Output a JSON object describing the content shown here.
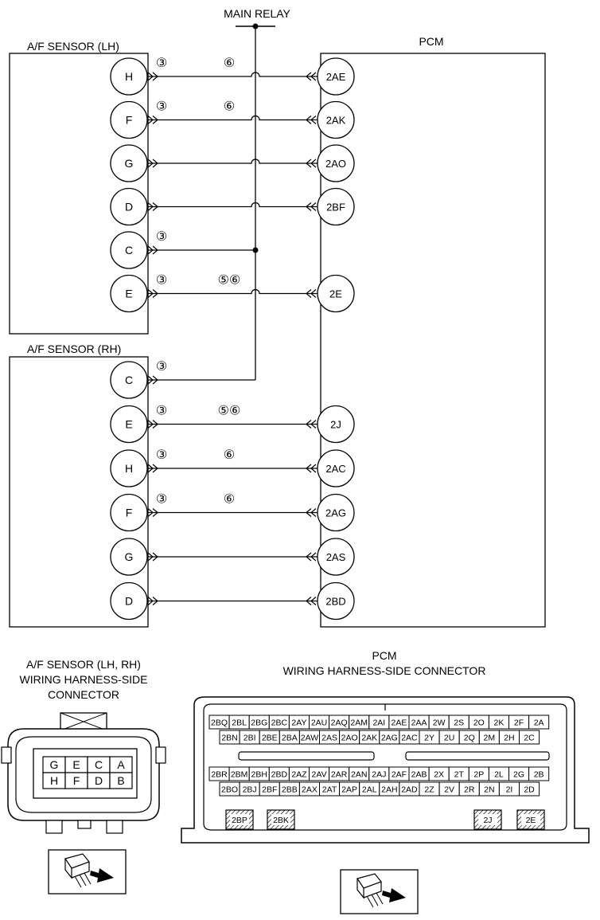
{
  "main_relay": {
    "label": "MAIN RELAY"
  },
  "pcm": {
    "label": "PCM"
  },
  "sensor_lh": {
    "label": "A/F SENSOR (LH)",
    "pins": [
      {
        "pin": "H",
        "pcm_terminal": "2AE",
        "notes": [
          "3",
          "6"
        ],
        "to_relay": false
      },
      {
        "pin": "F",
        "pcm_terminal": "2AK",
        "notes": [
          "3",
          "6"
        ],
        "to_relay": false
      },
      {
        "pin": "G",
        "pcm_terminal": "2AO",
        "notes": [],
        "to_relay": false
      },
      {
        "pin": "D",
        "pcm_terminal": "2BF",
        "notes": [],
        "to_relay": false
      },
      {
        "pin": "C",
        "pcm_terminal": "",
        "notes": [
          "3"
        ],
        "to_relay": true
      },
      {
        "pin": "E",
        "pcm_terminal": "2E",
        "notes": [
          "3",
          "5",
          "6"
        ],
        "to_relay": false
      }
    ]
  },
  "sensor_rh": {
    "label": "A/F SENSOR (RH)",
    "pins": [
      {
        "pin": "C",
        "pcm_terminal": "",
        "notes": [
          "3"
        ],
        "to_relay": true
      },
      {
        "pin": "E",
        "pcm_terminal": "2J",
        "notes": [
          "3",
          "5",
          "6"
        ],
        "to_relay": false
      },
      {
        "pin": "H",
        "pcm_terminal": "2AC",
        "notes": [
          "3",
          "6"
        ],
        "to_relay": false
      },
      {
        "pin": "F",
        "pcm_terminal": "2AG",
        "notes": [
          "3",
          "6"
        ],
        "to_relay": false
      },
      {
        "pin": "G",
        "pcm_terminal": "2AS",
        "notes": [],
        "to_relay": false
      },
      {
        "pin": "D",
        "pcm_terminal": "2BD",
        "notes": [],
        "to_relay": false
      }
    ]
  },
  "note_symbols": {
    "3": "③",
    "5": "⑤",
    "6": "⑥"
  },
  "sensor_connector": {
    "title_lines": [
      "A/F SENSOR (LH, RH)",
      "WIRING HARNESS-SIDE",
      "CONNECTOR"
    ],
    "rows": [
      [
        "G",
        "E",
        "C",
        "A"
      ],
      [
        "H",
        "F",
        "D",
        "B"
      ]
    ]
  },
  "pcm_connector": {
    "title_lines": [
      "PCM",
      "WIRING HARNESS-SIDE CONNECTOR"
    ],
    "upper_rows": [
      [
        "2BQ",
        "2BL",
        "2BG",
        "2BC",
        "2AY",
        "2AU",
        "2AQ",
        "2AM",
        "2AI",
        "2AE",
        "2AA",
        "2W",
        "2S",
        "2O",
        "2K",
        "2F",
        "2A"
      ],
      [
        "2BN",
        "2BI",
        "2BE",
        "2BA",
        "2AW",
        "2AS",
        "2AO",
        "2AK",
        "2AG",
        "2AC",
        "2Y",
        "2U",
        "2Q",
        "2M",
        "2H",
        "2C"
      ]
    ],
    "lower_rows": [
      [
        "2BR",
        "2BM",
        "2BH",
        "2BD",
        "2AZ",
        "2AV",
        "2AR",
        "2AN",
        "2AJ",
        "2AF",
        "2AB",
        "2X",
        "2T",
        "2P",
        "2L",
        "2G",
        "2B"
      ],
      [
        "2BO",
        "2BJ",
        "2BF",
        "2BB",
        "2AX",
        "2AT",
        "2AP",
        "2AL",
        "2AH",
        "2AD",
        "2Z",
        "2V",
        "2R",
        "2N",
        "2I",
        "2D"
      ]
    ],
    "bottom_terminals": [
      "2BP",
      "2BK",
      "2J",
      "2E"
    ]
  }
}
